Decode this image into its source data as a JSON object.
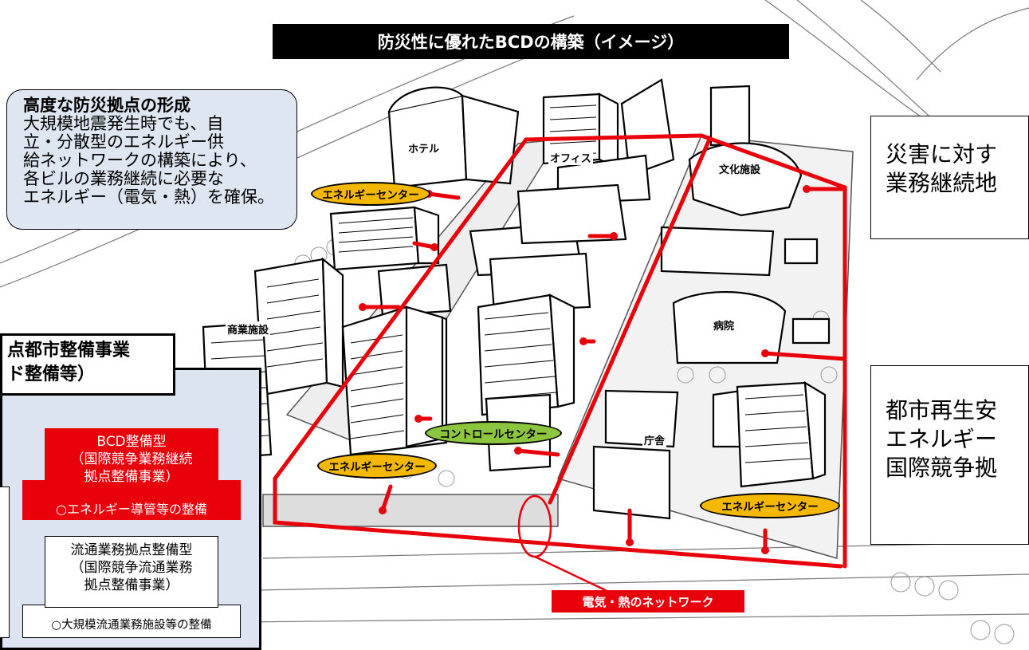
{
  "title": "防災性に優れたBCDの構築（イメージ）",
  "info_box": {
    "heading": "高度な防災拠点の形成",
    "lines": [
      "大規模地震発生時でも、自",
      "立・分散型のエネルギー供",
      "給ネットワークの構築により、",
      "各ビルの業務継続に必要な",
      "エネルギー（電気・熱）を確保。"
    ]
  },
  "right_box_top": {
    "lines": [
      "災害に対す",
      "業務継続地"
    ]
  },
  "right_box_bottom": {
    "lines": [
      "都市再生安",
      "エネルギー",
      "国際競争拠"
    ]
  },
  "left_panel": {
    "header_lines": [
      "点都市整備事業",
      "ド整備等）"
    ],
    "bcd_card": {
      "lines": [
        "BCD整備型",
        "（国際競争業務継続",
        "拠点整備事業）"
      ],
      "sub": "○エネルギー導管等の整備"
    },
    "logistics_card": {
      "lines": [
        "流通業務拠点整備型",
        "（国際競争流通業務",
        "拠点整備事業）"
      ],
      "sub": "○大規模流通業務施設等の整備"
    }
  },
  "buildings": {
    "hotel": "ホテル",
    "office": "オフィス",
    "culture": "文化施設",
    "commercial": "商業施設",
    "hospital": "病院",
    "government": "庁舎"
  },
  "energy_centers": [
    "エネルギーセンター",
    "エネルギーセンター",
    "エネルギーセンター"
  ],
  "control_center": "コントロールセンター",
  "network_label": "電気・熱のネットワーク",
  "colors": {
    "network": "#e8000b",
    "energy": "#f5b800",
    "control": "#8cc63f",
    "panel": "#dbe4f0"
  }
}
